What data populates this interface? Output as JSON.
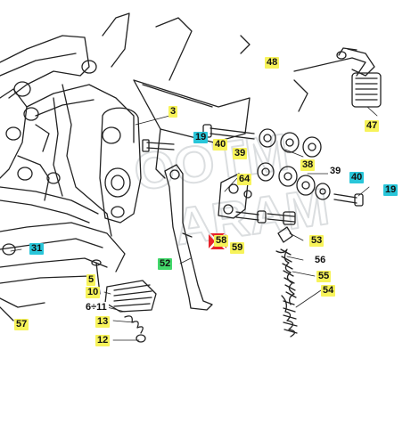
{
  "diagram": {
    "colors": {
      "yellow": "#f7f35a",
      "cyan": "#29c6d9",
      "green": "#43d86b",
      "red": "#e8232a",
      "line": "#222222",
      "watermark": "#bfc4c8"
    },
    "watermark_lines": [
      "OOTM",
      "ARAM"
    ],
    "callouts": {
      "c48": "48",
      "c47": "47",
      "c3": "3",
      "c19a": "19",
      "c40a": "40",
      "c39a": "39",
      "c38": "38",
      "c39b": "39",
      "c40b": "40",
      "c19b": "19",
      "c64": "64",
      "c31": "31",
      "c53": "53",
      "c58": "58",
      "c59": "59",
      "c56": "56",
      "c5": "5",
      "c52": "52",
      "c55": "55",
      "c10": "10",
      "c54": "54",
      "c611": "6÷11",
      "c57": "57",
      "c13": "13",
      "c12": "12"
    }
  }
}
